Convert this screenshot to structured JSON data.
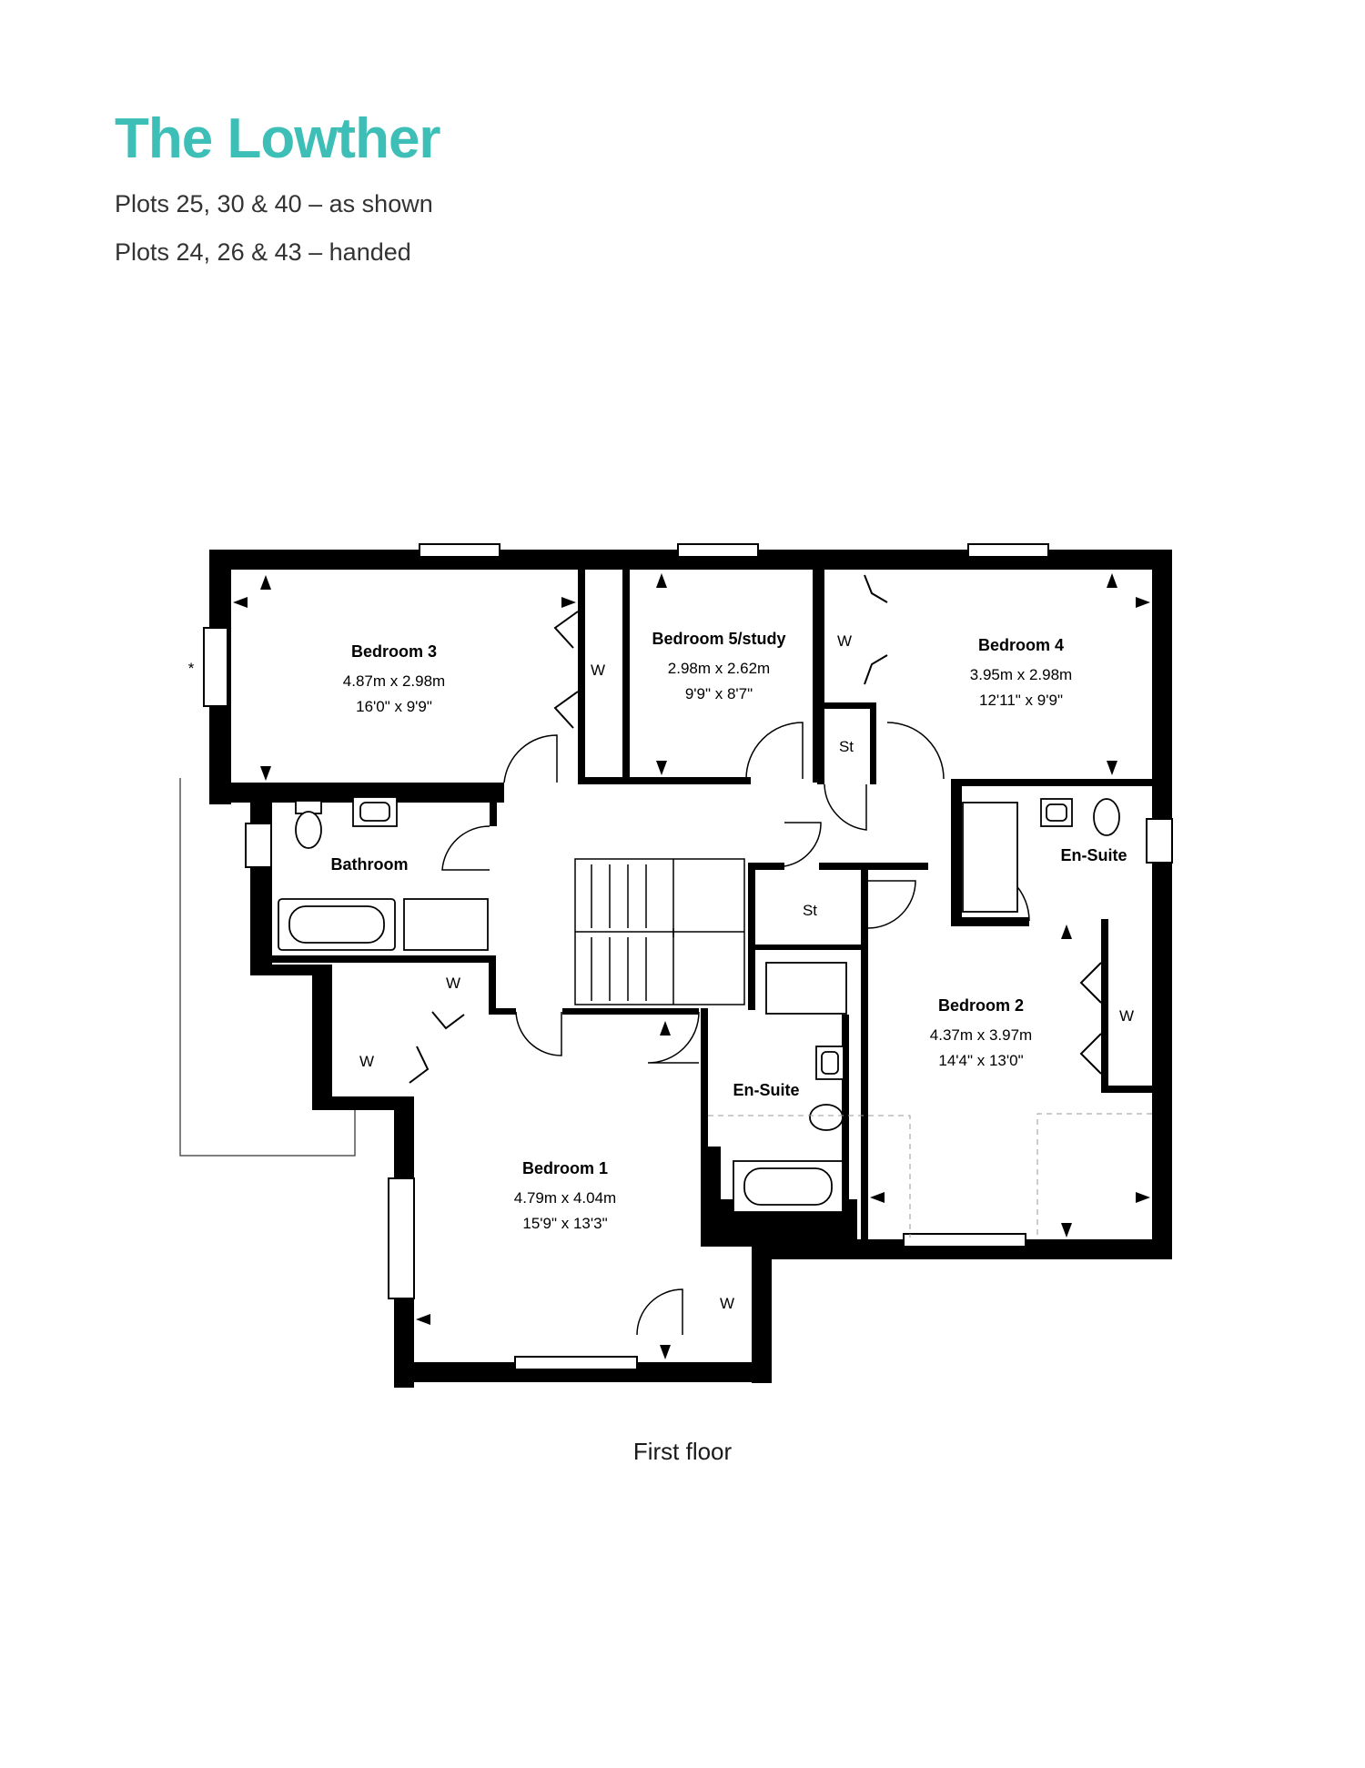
{
  "header": {
    "title": "The Lowther",
    "plots_shown": "Plots 25, 30 & 40 – as shown",
    "plots_handed": "Plots 24, 26 & 43 – handed"
  },
  "colors": {
    "title": "#3dbfb8",
    "wall": "#000000",
    "text": "#1a1a1a"
  },
  "rooms": {
    "bedroom3": {
      "name": "Bedroom 3",
      "metric": "4.87m x 2.98m",
      "imperial": "16'0\" x 9'9\""
    },
    "bedroom5": {
      "name": "Bedroom 5/study",
      "metric": "2.98m x 2.62m",
      "imperial": "9'9\" x 8'7\""
    },
    "bedroom4": {
      "name": "Bedroom 4",
      "metric": "3.95m x 2.98m",
      "imperial": "12'11\" x 9'9\""
    },
    "bathroom": {
      "name": "Bathroom"
    },
    "ensuite_right": {
      "name": "En-Suite"
    },
    "bedroom2": {
      "name": "Bedroom 2",
      "metric": "4.37m x 3.97m",
      "imperial": "14'4\" x 13'0\""
    },
    "ensuite_center": {
      "name": "En-Suite"
    },
    "bedroom1": {
      "name": "Bedroom 1",
      "metric": "4.79m x 4.04m",
      "imperial": "15'9\" x 13'3\""
    }
  },
  "labels": {
    "w": "W",
    "st": "St",
    "asterisk": "*"
  },
  "caption": "First floor"
}
